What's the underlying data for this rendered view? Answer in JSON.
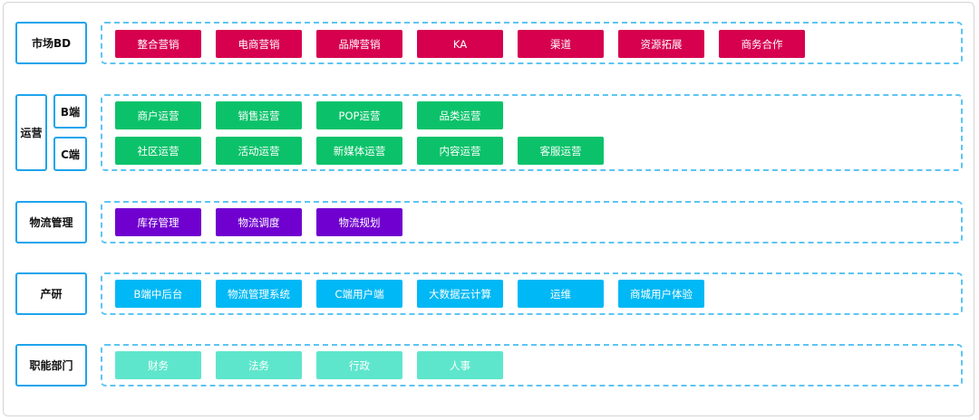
{
  "colors": {
    "market": "#d6004f",
    "ops": "#0bc26a",
    "logistics": "#7000cf",
    "rnd": "#00b8f5",
    "functional": "#5ee6cc",
    "label_border": "#1ea4ec",
    "dash_border": "#5cc5f2"
  },
  "rows": {
    "market": {
      "label": "市场BD",
      "items": [
        "整合营销",
        "电商营销",
        "品牌营销",
        "KA",
        "渠道",
        "资源拓展",
        "商务合作"
      ]
    },
    "ops": {
      "label": "运营",
      "b_label": "B端",
      "c_label": "C端",
      "b_items": [
        "商户运营",
        "销售运营",
        "POP运营",
        "品类运营"
      ],
      "c_items": [
        "社区运营",
        "活动运营",
        "新媒体运营",
        "内容运营",
        "客服运营"
      ]
    },
    "logistics": {
      "label": "物流管理",
      "items": [
        "库存管理",
        "物流调度",
        "物流规划"
      ]
    },
    "rnd": {
      "label": "产研",
      "items": [
        "B端中后台",
        "物流管理系统",
        "C端用户端",
        "大数据云计算",
        "运维",
        "商城用户体验"
      ]
    },
    "functional": {
      "label": "职能部门",
      "items": [
        "财务",
        "法务",
        "行政",
        "人事"
      ]
    }
  }
}
